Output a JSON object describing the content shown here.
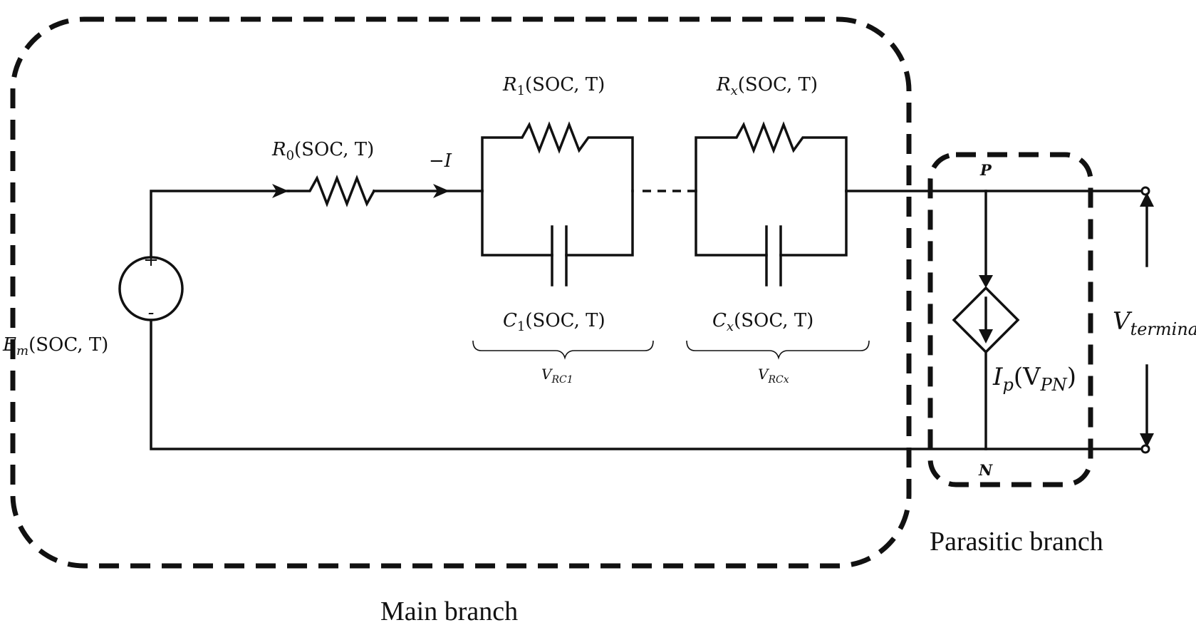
{
  "labels": {
    "emf_main": "E",
    "emf_sub": "m",
    "emf_args": "(SOC, T)",
    "r0_main": "R",
    "r0_sub": "0",
    "r0_args": "(SOC, T)",
    "current": "−I",
    "r1_main": "R",
    "r1_sub": "1",
    "r1_args": "(SOC, T)",
    "rx_main": "R",
    "rx_sub": "x",
    "rx_args": "(SOC, T)",
    "c1_main": "C",
    "c1_sub": "1",
    "c1_args": "(SOC, T)",
    "cx_main": "C",
    "cx_sub": "x",
    "cx_args": "(SOC, T)",
    "vrc1_main": "V",
    "vrc1_sub": "RC1",
    "vrcx_main": "V",
    "vrcx_sub": "RCx",
    "node_p": "P",
    "node_n": "N",
    "ip_main": "I",
    "ip_sub": "p",
    "ip_open": "(V",
    "ip_arg_sub": "PN",
    "ip_close": ")",
    "vterm_main": "V",
    "vterm_sub": "terminal",
    "plus": "+",
    "minus": "-"
  },
  "captions": {
    "main_branch": "Main branch",
    "parasitic_branch": "Parasitic branch"
  }
}
